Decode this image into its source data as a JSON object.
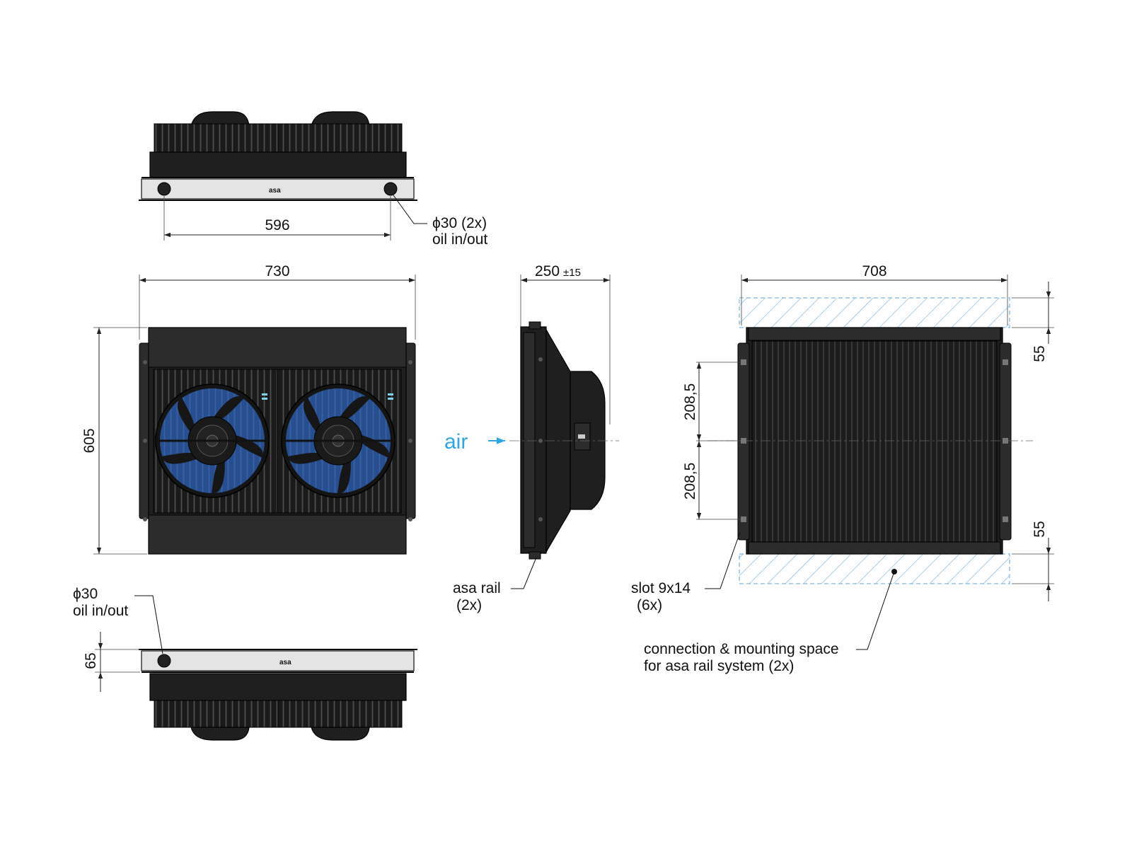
{
  "dimensions": {
    "top_pipe_spacing": "596",
    "front_width": "730",
    "front_height": "605",
    "side_depth": "250",
    "side_tolerance": "±15",
    "rear_width": "708",
    "rear_upper_margin": "55",
    "rear_lower_margin": "55",
    "rear_upper_half": "208,5",
    "rear_lower_half": "208,5",
    "bottom_pipe_height": "65"
  },
  "labels": {
    "pipe_top_line1": "ϕ30 (2x)",
    "pipe_top_line2": "oil in/out",
    "pipe_bottom_line1": "ϕ30",
    "pipe_bottom_line2": "oil in/out",
    "air": "air",
    "rail_line1": "asa rail",
    "rail_line2": "(2x)",
    "slot_line1": "slot 9x14",
    "slot_line2": "(6x)",
    "space_line1": "connection & mounting space",
    "space_line2": "for asa rail system (2x)",
    "brand": "asa"
  },
  "colors": {
    "fan_blade": "#2f6fd6",
    "air_arrow": "#2ba6e6",
    "hatch": "#7fb7dc"
  }
}
